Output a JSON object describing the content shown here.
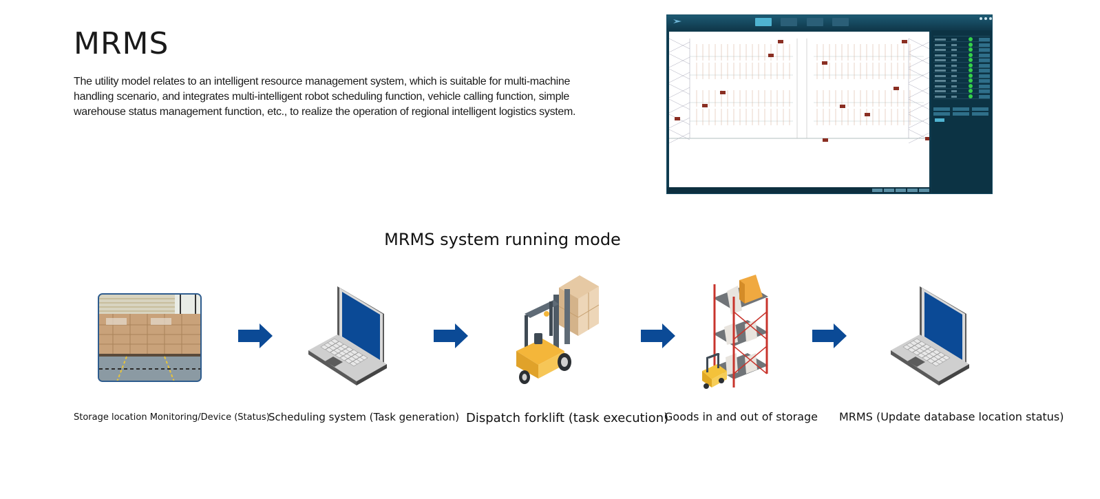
{
  "header": {
    "title": "MRMS",
    "description": "The utility model relates to an intelligent resource management system, which is suitable for multi-machine handling scenario, and integrates multi-intelligent robot scheduling function, vehicle calling function, simple warehouse status management function, etc., to realize the operation of regional intelligent logistics system."
  },
  "screenshot": {
    "icon": "mrms-software-screenshot",
    "status_lights": [
      "green",
      "green",
      "green",
      "green",
      "green",
      "green",
      "green",
      "green",
      "green",
      "green",
      "green",
      "green"
    ],
    "colors": {
      "background": "#0f3a4d",
      "active_tab": "#4fb3d1",
      "status_ok": "#34d04a"
    }
  },
  "flow": {
    "title": "MRMS system running mode",
    "arrow_color": "#0b4a96",
    "steps": [
      {
        "label": "Storage location Monitoring/Device (Status)",
        "icon": "warehouse-photo"
      },
      {
        "label": "Scheduling system (Task generation)",
        "icon": "laptop-icon"
      },
      {
        "label": "Dispatch forklift (task execution)",
        "icon": "forklift-icon"
      },
      {
        "label": "Goods in and out of storage",
        "icon": "storage-rack-icon"
      },
      {
        "label": "MRMS (Update database location status)",
        "icon": "laptop-icon"
      }
    ]
  }
}
